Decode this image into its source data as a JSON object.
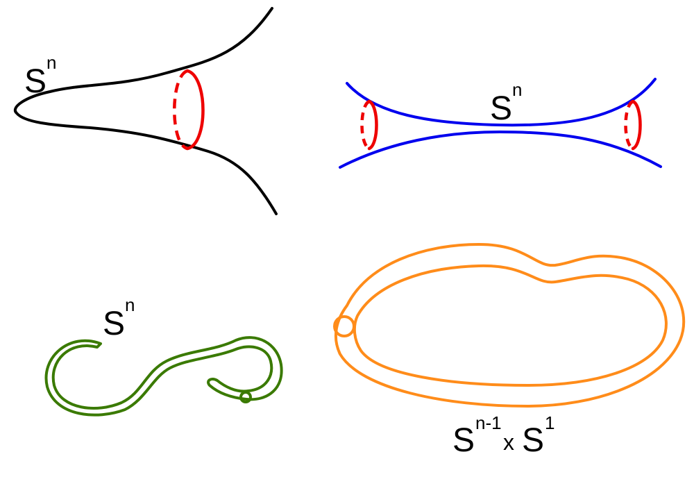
{
  "colors": {
    "black_curve": "#000000",
    "red_cycle": "#ee0000",
    "blue_neck": "#0000ee",
    "green_tube": "#3a7a00",
    "orange_torus": "#ff8c1a"
  },
  "panels": {
    "top_left": {
      "label": {
        "base": "S",
        "sup": "n"
      }
    },
    "top_right": {
      "label": {
        "base": "S",
        "sup": "n"
      }
    },
    "bottom_left": {
      "label": {
        "base": "S",
        "sup": "n"
      }
    },
    "bottom_right": {
      "label": {
        "base1": "S",
        "sup1": "n-1",
        "times": "x",
        "base2": "S",
        "sup2": "1"
      }
    }
  }
}
